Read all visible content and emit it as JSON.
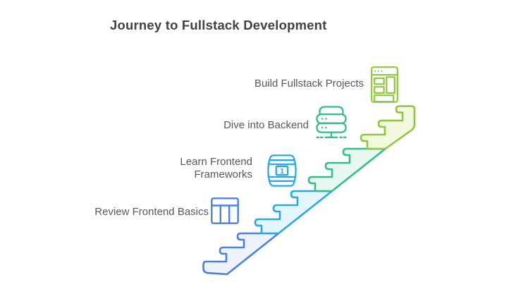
{
  "title": "Journey to Fullstack Development",
  "colors": {
    "background": "#ffffff",
    "title_text": "#414042",
    "label_text": "#57585a"
  },
  "steps": [
    {
      "label_lines": [
        "Review Frontend Basics"
      ],
      "icon": "layout-columns-icon",
      "stroke": "#4a82dd",
      "fill": "#edf2fb"
    },
    {
      "label_lines": [
        "Learn Frontend",
        "Frameworks"
      ],
      "icon": "package-barrel-icon",
      "icon_number": "1",
      "stroke": "#29a9e2",
      "fill": "#e4f6fd"
    },
    {
      "label_lines": [
        "Dive into Backend"
      ],
      "icon": "server-stack-icon",
      "stroke": "#34bd89",
      "fill": "#e6f8f0"
    },
    {
      "label_lines": [
        "Build Fullstack Projects"
      ],
      "icon": "browser-window-icon",
      "stroke": "#8fc63f",
      "fill": "#f2f9dc"
    }
  ]
}
